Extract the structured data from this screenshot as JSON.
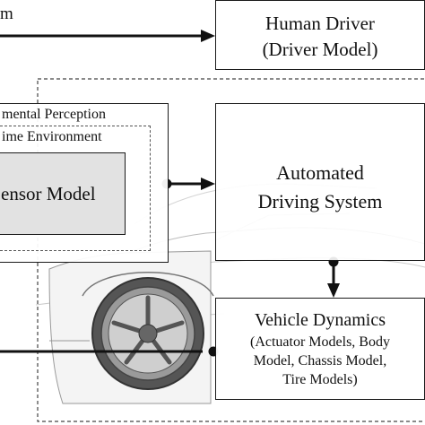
{
  "top_left_label": "m",
  "human_driver": {
    "line1": "Human Driver",
    "line2": "(Driver Model)"
  },
  "perception": {
    "line1": "mental Perception",
    "line2": "ime Environment"
  },
  "sensor_model": {
    "label": "ensor Model"
  },
  "automated_driving": {
    "line1": "Automated",
    "line2": "Driving System"
  },
  "vehicle_dynamics": {
    "title": "Vehicle Dynamics",
    "line1": "(Actuator Models, Body",
    "line2": "Model, Chassis Model,",
    "line3": "Tire Models)"
  }
}
